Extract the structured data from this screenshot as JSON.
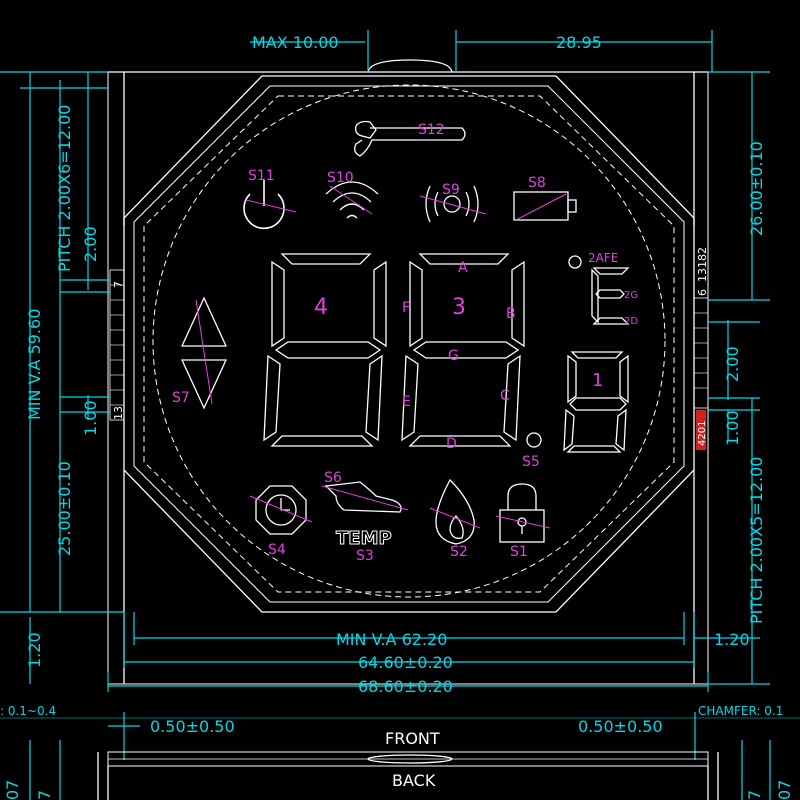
{
  "dimensions": {
    "max_thickness": "MAX 10.00",
    "top_width": "28.95",
    "left_height": "MIN V.A 59.60",
    "left_pitch": "PITCH 2.00X6=12.00",
    "left_pitch_step": "2.00",
    "left_pin_width": "1.00",
    "left_lower": "25.00±0.10",
    "left_bottom": "1.20",
    "right_upper": "26.00±0.10",
    "right_pitch": "PITCH 2.00X5=12.00",
    "right_pitch_step": "2.00",
    "right_pin_width": "1.00",
    "right_bottom": "1.20",
    "va_width": "MIN V.A 62.20",
    "glass_width": "64.60±0.20",
    "outer_width": "68.60±0.20",
    "chamfer_left": ": 0.1~0.4",
    "chamfer_right": "CHAMFER: 0.1",
    "offset_left": "0.50±0.50",
    "offset_right": "0.50±0.50",
    "front": "FRONT",
    "back": "BACK",
    "side_left_1": "07",
    "side_left_2": "7",
    "side_right_1": "7",
    "side_right_2": "07"
  },
  "pins": {
    "left_top": "7",
    "left_bottom": "13",
    "right_top": "6",
    "right_code": "13182",
    "right_red": "4201"
  },
  "segments": {
    "s1": "S1",
    "s2": "S2",
    "s3": "S3",
    "s4": "S4",
    "s5": "S5",
    "s6": "S6",
    "s7": "S7",
    "s8": "S8",
    "s9": "S9",
    "s10": "S10",
    "s11": "S11",
    "s12": "S12",
    "digit4": "4",
    "digit3": "3",
    "digit1": "1",
    "a": "A",
    "b": "B",
    "c": "C",
    "d": "D",
    "e": "E",
    "f": "F",
    "g": "G",
    "afe": "2AFE",
    "g2": "2G",
    "d2": "2D",
    "temp": "TEMP"
  },
  "colors": {
    "dimension": "#00d8e8",
    "segment_label": "#e040e0",
    "outline": "#ffffff",
    "pin_marker": "#d02020"
  }
}
